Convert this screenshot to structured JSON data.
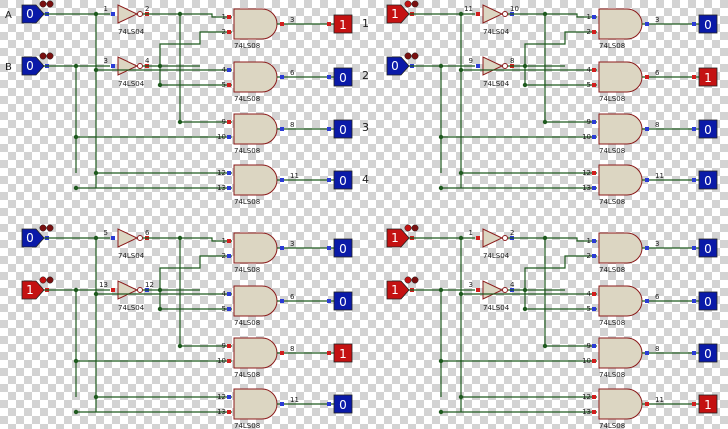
{
  "colors": {
    "wire": "#1f5a1f",
    "gate_fill": "#dcd6c2",
    "gate_stroke": "#8b1a1a",
    "io_low": "#0a1aa8",
    "io_high": "#c41212",
    "pin_blue": "#2b3bd6",
    "pin_red": "#d21e1e",
    "checker_a": "#ffffff",
    "checker_b": "#cfcfcf",
    "text": "#1a1a1a"
  },
  "labels": {
    "input_a": "A",
    "input_b": "B",
    "output_1": "1",
    "output_2": "2",
    "output_3": "3",
    "output_4": "4"
  },
  "circuits": [
    {
      "inputs": [
        "0",
        "0"
      ],
      "inverter_pins": [
        [
          "1",
          "2"
        ],
        [
          "3",
          "4"
        ]
      ],
      "outputs": [
        "1",
        "0",
        "0",
        "0"
      ]
    },
    {
      "inputs": [
        "1",
        "0"
      ],
      "inverter_pins": [
        [
          "11",
          "10"
        ],
        [
          "9",
          "8"
        ]
      ],
      "outputs": [
        "0",
        "1",
        "0",
        "0"
      ]
    },
    {
      "inputs": [
        "0",
        "1"
      ],
      "inverter_pins": [
        [
          "5",
          "6"
        ],
        [
          "13",
          "12"
        ]
      ],
      "outputs": [
        "0",
        "0",
        "1",
        "0"
      ]
    },
    {
      "inputs": [
        "1",
        "1"
      ],
      "inverter_pins": [
        [
          "1",
          "2"
        ],
        [
          "3",
          "4"
        ]
      ],
      "outputs": [
        "0",
        "0",
        "0",
        "1"
      ]
    }
  ],
  "gate_pins": [
    [
      "1",
      "2",
      "3"
    ],
    [
      "4",
      "5",
      "6"
    ],
    [
      "9",
      "10",
      "8"
    ],
    [
      "12",
      "13",
      "11"
    ]
  ],
  "inverter_part": "74LS04",
  "and_part": "74LS08"
}
